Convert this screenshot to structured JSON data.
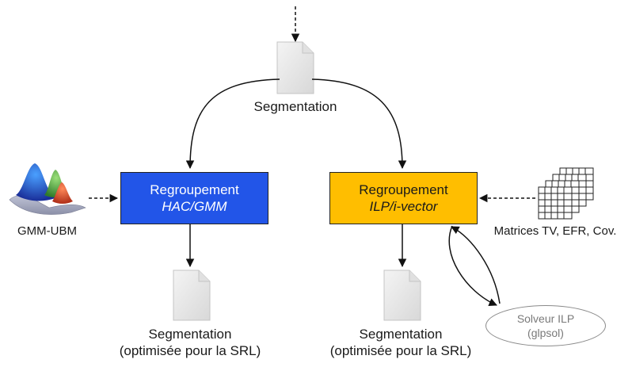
{
  "nodes": {
    "seg_top": "Segmentation",
    "hac_box": {
      "line1": "Regroupement",
      "line2": "HAC/GMM",
      "fill": "#2255e8",
      "text_color": "#ffffff"
    },
    "ilp_box": {
      "line1": "Regroupement",
      "line2": "ILP/i-vector",
      "fill": "#ffbe00",
      "text_color": "#1a1a1a"
    },
    "gmm_ubm": "GMM-UBM",
    "matrices": "Matrices TV, EFR, Cov.",
    "seg_left": {
      "line1": "Segmentation",
      "line2": "(optimisée pour la SRL)"
    },
    "seg_right": {
      "line1": "Segmentation",
      "line2": "(optimisée pour la SRL)"
    },
    "solver": {
      "line1": "Solveur ILP",
      "line2": "(glpsol)"
    }
  },
  "icons": [
    "document-icon",
    "gaussian-mixture-icon",
    "matrix-stack-icon"
  ]
}
